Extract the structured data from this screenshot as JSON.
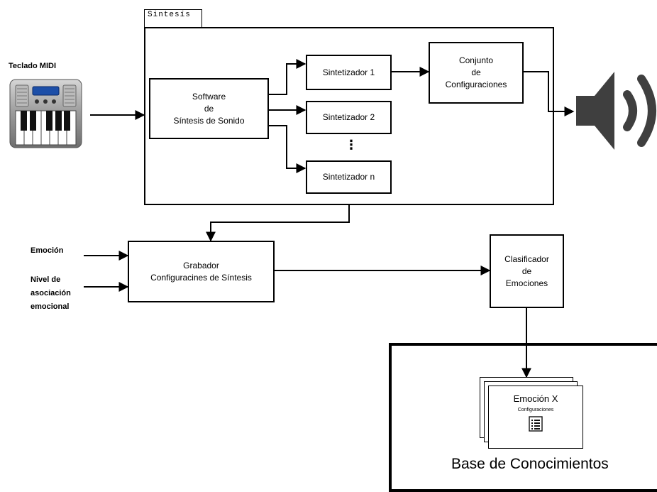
{
  "sintesis_group": {
    "title": "Sintesís"
  },
  "inputs": {
    "teclado_label": "Teclado MIDI",
    "emocion_label": "Emoción",
    "nivel_label": "Nivel de\nasociación\nemocional"
  },
  "nodes": {
    "software": "Software\nde\nSíntesis de Sonido",
    "sint1": "Sintetizador 1",
    "sint2": "Sintetizador 2",
    "ellipsis": "⋮",
    "sintn": "Sintetizador n",
    "conjunto": "Conjunto\nde\nConfiguraciones",
    "grabador": "Grabador\nConfiguracines de Síntesis",
    "clasificador": "Clasificador\nde\nEmociones"
  },
  "knowledge_base": {
    "card_title": "Emoción X",
    "card_subtitle": "Configuraciones",
    "caption": "Base de Conocimientos"
  },
  "icons": [
    "midi-keyboard-icon",
    "speaker-icon",
    "document-list-icon"
  ]
}
